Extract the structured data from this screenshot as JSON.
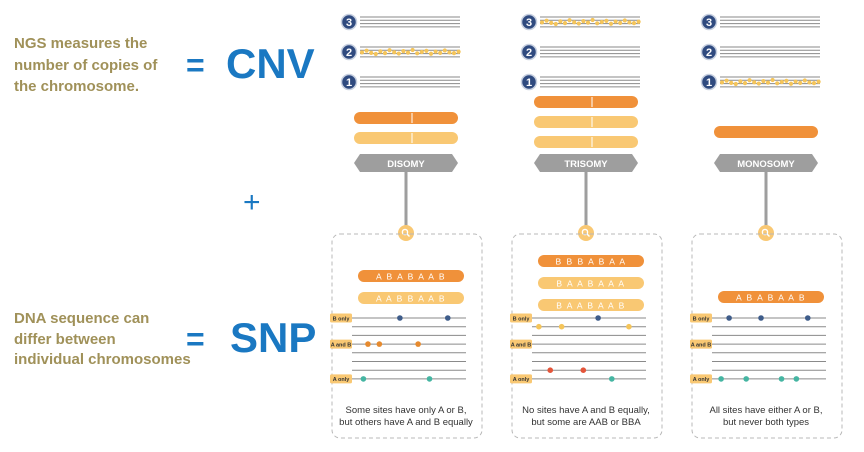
{
  "left": {
    "ngs_lines": [
      "NGS measures  the",
      "number of copies of",
      "the chromosome."
    ],
    "equals": "=",
    "cnv": "CNV",
    "plus": "+",
    "dna_lines": [
      "DNA sequence can",
      "differ between",
      "individual chromosomes"
    ],
    "snp": "SNP"
  },
  "copy_number_labels": [
    "3",
    "2",
    "1"
  ],
  "snp_row_labels": [
    "B only",
    "A and B",
    "A only"
  ],
  "columns": [
    {
      "id": "disomy",
      "label": "DISOMY",
      "cnv_dots_level": 2,
      "chromosome_bars": 2,
      "allele_strings": [
        "A B A B A A B",
        "A A B B A A B"
      ],
      "caption": [
        "Some sites have only A or B,",
        "but others have A and B equally"
      ]
    },
    {
      "id": "trisomy",
      "label": "TRISOMY",
      "cnv_dots_level": 3,
      "chromosome_bars": 3,
      "allele_strings": [
        "B B B A B A A",
        "B A A B A A A",
        "B A A B A A B"
      ],
      "caption": [
        "No sites have A and B equally,",
        "but some are AAB or BBA"
      ]
    },
    {
      "id": "monosomy",
      "label": "MONOSOMY",
      "cnv_dots_level": 1,
      "chromosome_bars": 1,
      "allele_strings": [
        "A B A B A A B"
      ],
      "caption": [
        "All sites have either A or B,",
        "but never both types"
      ]
    }
  ],
  "colors": {
    "olive_text": "#A09159",
    "blue_text": "#1A78C2",
    "navy_circle": "#2F4A7F",
    "orange_dark": "#F0913A",
    "orange_light": "#F9C873",
    "gray_label": "#9E9E9E",
    "line_gray": "#8A8A8A",
    "dot_navy": "#3E5C8A",
    "dot_orange": "#E68A2E",
    "dot_red": "#E4553A",
    "dot_teal": "#45B5A2",
    "dot_yellow": "#F5C55A"
  }
}
